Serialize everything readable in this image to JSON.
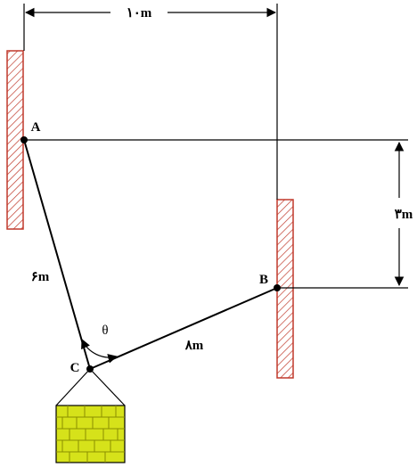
{
  "points": {
    "a_label": "A",
    "b_label": "B",
    "c_label": "C"
  },
  "dimensions": {
    "horizontal_span": "۱۰m",
    "vertical_offset": "۳m",
    "rope_ac": "۶m",
    "rope_bc": "۸m"
  },
  "angle_label": "θ",
  "colors": {
    "wall_hatch": "#c0392b",
    "load_fill": "#d6e21a",
    "load_grid": "#8a8f00",
    "line": "#000000"
  }
}
